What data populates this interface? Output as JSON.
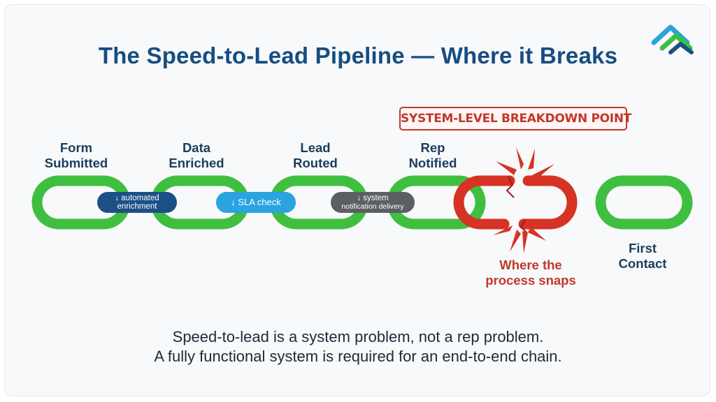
{
  "title": "The Speed-to-Lead Pipeline — Where it Breaks",
  "breakdown_badge": "SYSTEM-LEVEL BREAKDOWN POINT",
  "stages": [
    {
      "line1": "Form",
      "line2": "Submitted"
    },
    {
      "line1": "Data",
      "line2": "Enriched"
    },
    {
      "line1": "Lead",
      "line2": "Routed"
    },
    {
      "line1": "Rep",
      "line2": "Notified"
    },
    {
      "line1": "First",
      "line2": "Contact"
    }
  ],
  "connectors": [
    {
      "line1": "↓ automated",
      "line2": "enrichment"
    },
    {
      "line1": "↓ SLA check"
    },
    {
      "line1": "↓ system",
      "line2": "notification delivery"
    }
  ],
  "snap_label": {
    "line1": "Where the",
    "line2": "process snaps"
  },
  "summary": {
    "line1": "Speed-to-lead is a system problem, not a rep problem.",
    "line2": "A fully functional system is required for an end-to-end chain."
  },
  "colors": {
    "title": "#174d80",
    "chain_green": "#3fbf3f",
    "broken_red": "#d63324",
    "connector_blue": "#1c4f86",
    "connector_cyan": "#2aa3df",
    "connector_gray": "#5b5f63"
  },
  "icons": {
    "logo": "layered-chevron-logo-icon",
    "break": "burst-break-icon"
  }
}
